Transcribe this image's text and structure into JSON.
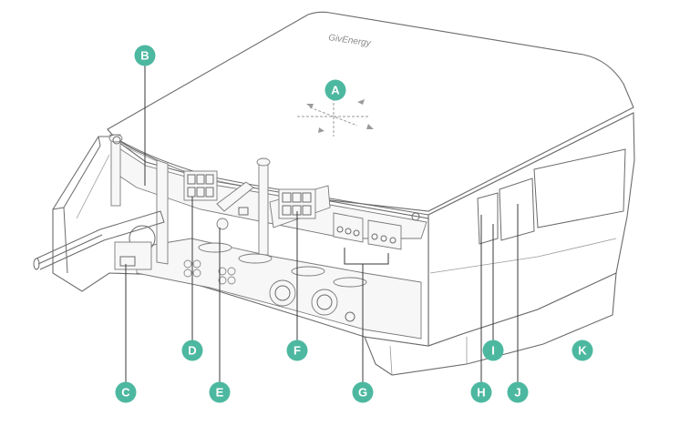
{
  "brand_logo_text": "GivEnergy",
  "accent_color": "#4db8a0",
  "callouts": [
    {
      "id": "a",
      "label": "A"
    },
    {
      "id": "b",
      "label": "B"
    },
    {
      "id": "c",
      "label": "C"
    },
    {
      "id": "d",
      "label": "D"
    },
    {
      "id": "e",
      "label": "E"
    },
    {
      "id": "f",
      "label": "F"
    },
    {
      "id": "g",
      "label": "G"
    },
    {
      "id": "h",
      "label": "H"
    },
    {
      "id": "i",
      "label": "I"
    },
    {
      "id": "j",
      "label": "J"
    },
    {
      "id": "k",
      "label": "K"
    }
  ]
}
